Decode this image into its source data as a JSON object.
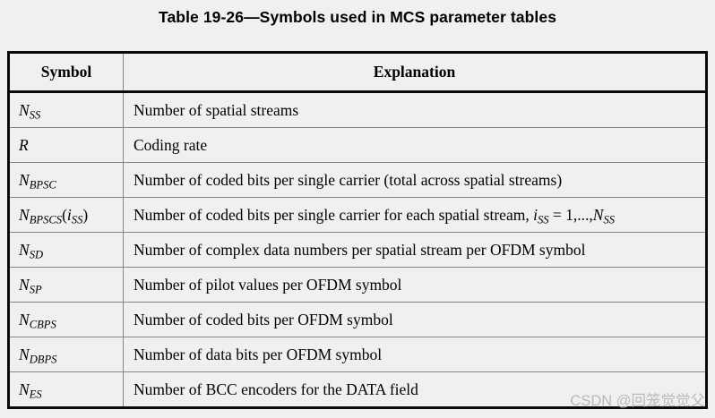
{
  "title": "Table 19-26—Symbols used in MCS parameter tables",
  "watermark": "CSDN @回笼觉觉父",
  "colors": {
    "page_background": "#f0f0ee",
    "table_border": "#0a0a0a",
    "grid_line": "#858585",
    "text": "#000000",
    "watermark_text": "#b9b9b9"
  },
  "table": {
    "columns": [
      "Symbol",
      "Explanation"
    ],
    "rows": [
      {
        "symbol": [
          {
            "t": "N",
            "i": true
          },
          {
            "t": "SS",
            "i": true,
            "sub": true
          }
        ],
        "explanation": "Number of spatial streams"
      },
      {
        "symbol": [
          {
            "t": "R",
            "i": true
          }
        ],
        "explanation": "Coding rate"
      },
      {
        "symbol": [
          {
            "t": "N",
            "i": true
          },
          {
            "t": "BPSC",
            "i": true,
            "sub": true
          }
        ],
        "explanation": "Number of coded bits per single carrier (total across spatial streams)"
      },
      {
        "symbol": [
          {
            "t": "N",
            "i": true
          },
          {
            "t": "BPSCS",
            "i": true,
            "sub": true
          },
          {
            "t": "("
          },
          {
            "t": "i",
            "i": true
          },
          {
            "t": "SS",
            "i": true,
            "sub": true
          },
          {
            "t": ")"
          }
        ],
        "explanation": [
          {
            "t": "Number of coded bits per single carrier for each spatial stream, "
          },
          {
            "t": "i",
            "i": true
          },
          {
            "t": "SS",
            "i": true,
            "sub": true
          },
          {
            "t": " = 1,...,"
          },
          {
            "t": "N",
            "i": true
          },
          {
            "t": "SS",
            "i": true,
            "sub": true
          }
        ]
      },
      {
        "symbol": [
          {
            "t": "N",
            "i": true
          },
          {
            "t": "SD",
            "i": true,
            "sub": true
          }
        ],
        "explanation": "Number of complex data numbers per spatial stream per OFDM symbol"
      },
      {
        "symbol": [
          {
            "t": "N",
            "i": true
          },
          {
            "t": "SP",
            "i": true,
            "sub": true
          }
        ],
        "explanation": "Number of pilot values per OFDM symbol"
      },
      {
        "symbol": [
          {
            "t": "N",
            "i": true
          },
          {
            "t": "CBPS",
            "i": true,
            "sub": true
          }
        ],
        "explanation": "Number of coded bits per OFDM symbol"
      },
      {
        "symbol": [
          {
            "t": "N",
            "i": true
          },
          {
            "t": "DBPS",
            "i": true,
            "sub": true
          }
        ],
        "explanation": "Number of data bits per OFDM symbol"
      },
      {
        "symbol": [
          {
            "t": "N",
            "i": true
          },
          {
            "t": "ES",
            "i": true,
            "sub": true
          }
        ],
        "explanation": "Number of BCC encoders for the DATA field"
      }
    ]
  }
}
